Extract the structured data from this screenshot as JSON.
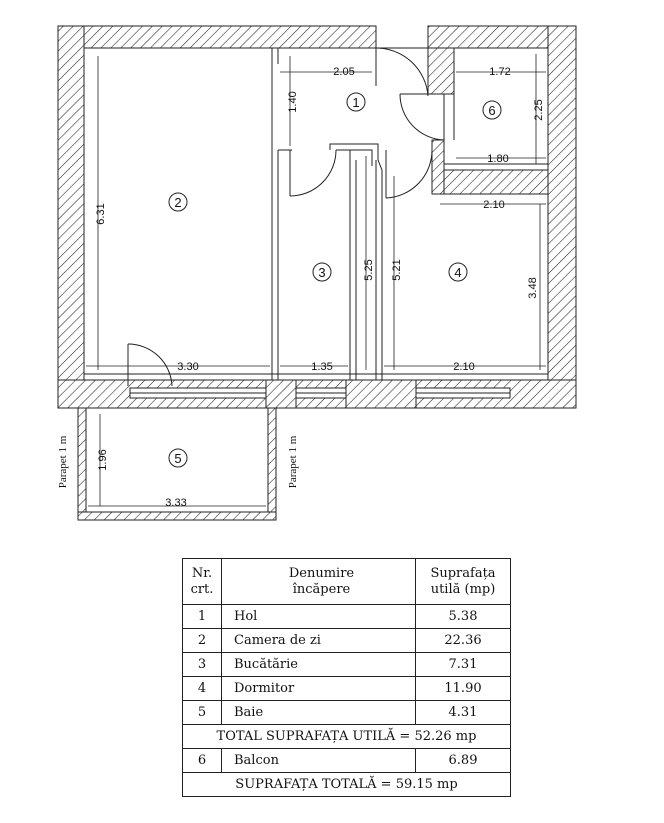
{
  "plan": {
    "dims": {
      "hol_width": "2.05",
      "hol_depth": "1.40",
      "balcon_width_top": "1.72",
      "balcon_depth": "2.25",
      "balcon_width_bottom": "1.80",
      "dormitor_width_top": "2.10",
      "camera_depth": "6.31",
      "bucatarie_depth": "5.25",
      "dormitor_depth_left": "5.21",
      "dormitor_depth_right": "3.48",
      "camera_width": "3.30",
      "bucatarie_width": "1.35",
      "dormitor_width_bottom": "2.10",
      "baie_depth": "1.96",
      "baie_width": "3.33"
    },
    "room_numbers": [
      "1",
      "2",
      "3",
      "4",
      "5",
      "6"
    ],
    "parapet_left": "Parapet 1 m",
    "parapet_right": "Parapet 1 m"
  },
  "table": {
    "headers": {
      "nr_line1": "Nr.",
      "nr_line2": "crt.",
      "name_line1": "Denumire",
      "name_line2": "încăpere",
      "area_line1": "Suprafața",
      "area_line2": "utilă (mp)"
    },
    "rows": [
      {
        "nr": "1",
        "name": "Hol",
        "area": "5.38"
      },
      {
        "nr": "2",
        "name": "Camera de zi",
        "area": "22.36"
      },
      {
        "nr": "3",
        "name": "Bucătărie",
        "area": "7.31"
      },
      {
        "nr": "4",
        "name": "Dormitor",
        "area": "11.90"
      },
      {
        "nr": "5",
        "name": "Baie",
        "area": "4.31"
      }
    ],
    "total_util": "TOTAL SUPRAFAȚA UTILĂ = 52.26 mp",
    "balcon_row": {
      "nr": "6",
      "name": "Balcon",
      "area": "6.89"
    },
    "total": "SUPRAFAȚA TOTALĂ = 59.15 mp"
  }
}
